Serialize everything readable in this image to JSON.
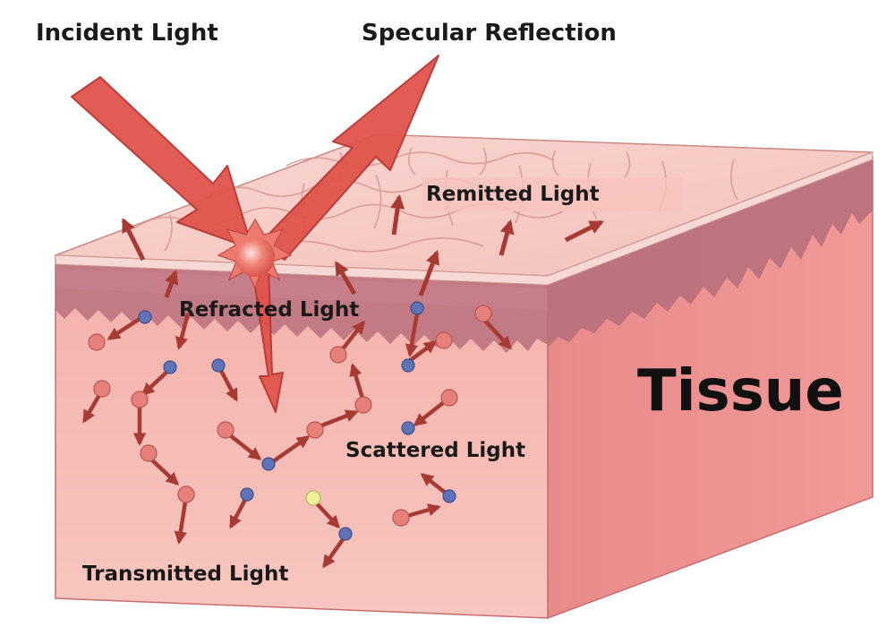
{
  "labels": {
    "incident": "Incident Light",
    "specular": "Specular Reflection",
    "remitted": "Remitted Light",
    "refracted": "Refracted Light",
    "scattered": "Scattered Light",
    "transmitted": "Transmitted Light",
    "tissue": "Tissue"
  },
  "colors": {
    "top_surface": "#f7c9c4",
    "top_cells": "#d99a94",
    "front_face": "#f6b6b0",
    "dermis_band": "#b86e78",
    "side_face": "#ea8d8d",
    "beam": "#e0544c",
    "beam_edge": "#b8352f",
    "arrow": "#a83a34",
    "particle_red": "#e6807a",
    "particle_blue": "#5f73b8",
    "particle_yellow": "#f1ef9a"
  }
}
